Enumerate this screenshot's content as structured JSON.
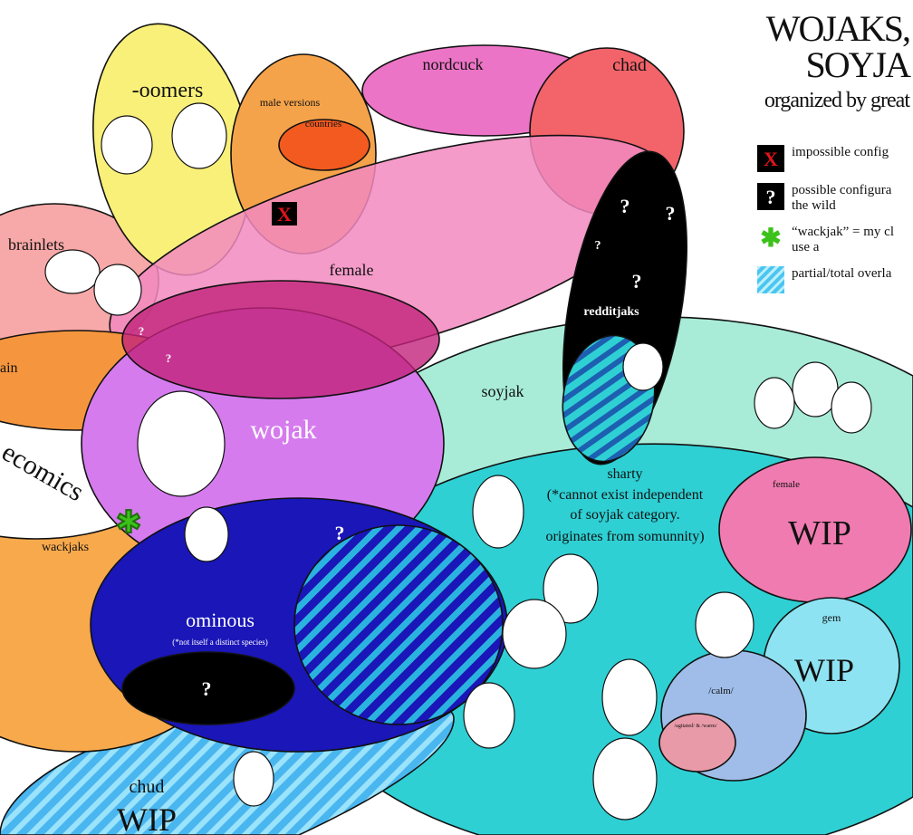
{
  "title": "WOJAKS, SOYJA",
  "subtitle": "organized by great",
  "legend": [
    {
      "icon": "x-box-icon",
      "symbol": "X",
      "text": "impossible config"
    },
    {
      "icon": "question-box-icon",
      "symbol": "?",
      "text": "possible configura the wild"
    },
    {
      "icon": "green-star-icon",
      "symbol": "✱",
      "text": "“wackjak” = my cl use a"
    },
    {
      "icon": "striped-box-icon",
      "symbol": "",
      "text": "partial/total overla"
    }
  ],
  "categories": {
    "oomers": "-oomers",
    "male_versions": "male versions",
    "countries": "countries",
    "nordcuck": "nordcuck",
    "chad": "chad",
    "female": "female",
    "brainlets": "brainlets",
    "brain": "ain",
    "redditjaks": "redditjaks",
    "soyjak": "soyjak",
    "wojak": "wojak",
    "ragecomics": "ecomics",
    "wackjaks": "wackjaks",
    "ominous": "ominous",
    "ominous_note": "(*not itself a distinct species)",
    "sharty": "sharty",
    "sharty_note_1": "(*cannot exist independent",
    "sharty_note_2": "of soyjak category.",
    "sharty_note_3": "originates from somunnity)",
    "sharty_female": "female",
    "sharty_female_wip": "WIP",
    "gem": "gem",
    "gem_wip": "WIP",
    "calm": "/calm/",
    "agitated": "/agitated/ & /warm/",
    "chud": "chud",
    "chud_wip": "WIP"
  },
  "markers": {
    "x": "X",
    "q": "?"
  },
  "colors": {
    "oomers": "#f9f07a",
    "male_versions": "#f5a34a",
    "nordcuck": "#ec74c6",
    "chad": "#f2636a",
    "female": "#f28ac0",
    "brainlets": "#f7a8a8",
    "wojak": "#d57bee",
    "soyjak": "#a8ecd8",
    "sharty": "#2ed0d4",
    "ominous": "#1a16b8",
    "wackjaks": "#f7a94c",
    "redditjaks": "#000000",
    "chud": "#49b6f0",
    "gem": "#8ee3f2",
    "calm": "#9fbde8",
    "sharty_female": "#f07bb0"
  }
}
